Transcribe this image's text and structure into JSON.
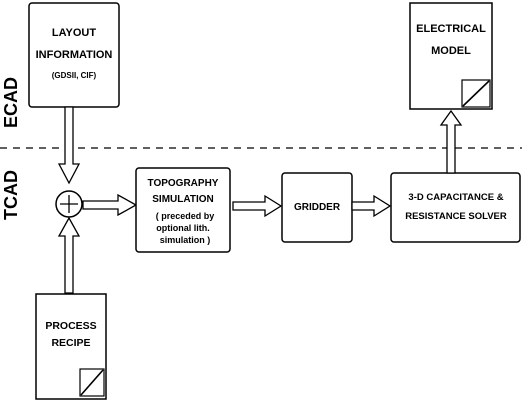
{
  "regions": {
    "ecad_label": "ECAD",
    "tcad_label": "TCAD"
  },
  "layout_info": {
    "line1": "LAYOUT",
    "line2": "INFORMATION",
    "line3": "(GDSII, CIF)"
  },
  "electrical_model": {
    "line1": "ELECTRICAL",
    "line2": "MODEL"
  },
  "topography": {
    "line1": "TOPOGRAPHY",
    "line2": "SIMULATION",
    "line3": "( preceded by",
    "line4": "optional lith.",
    "line5": "simulation )"
  },
  "gridder": {
    "line1": "GRIDDER"
  },
  "solver": {
    "line1": "3-D CAPACITANCE &",
    "line2": "RESISTANCE SOLVER"
  },
  "process_recipe": {
    "line1": "PROCESS",
    "line2": "RECIPE"
  },
  "summing_junction": {
    "symbol": "plus-circle-icon"
  }
}
